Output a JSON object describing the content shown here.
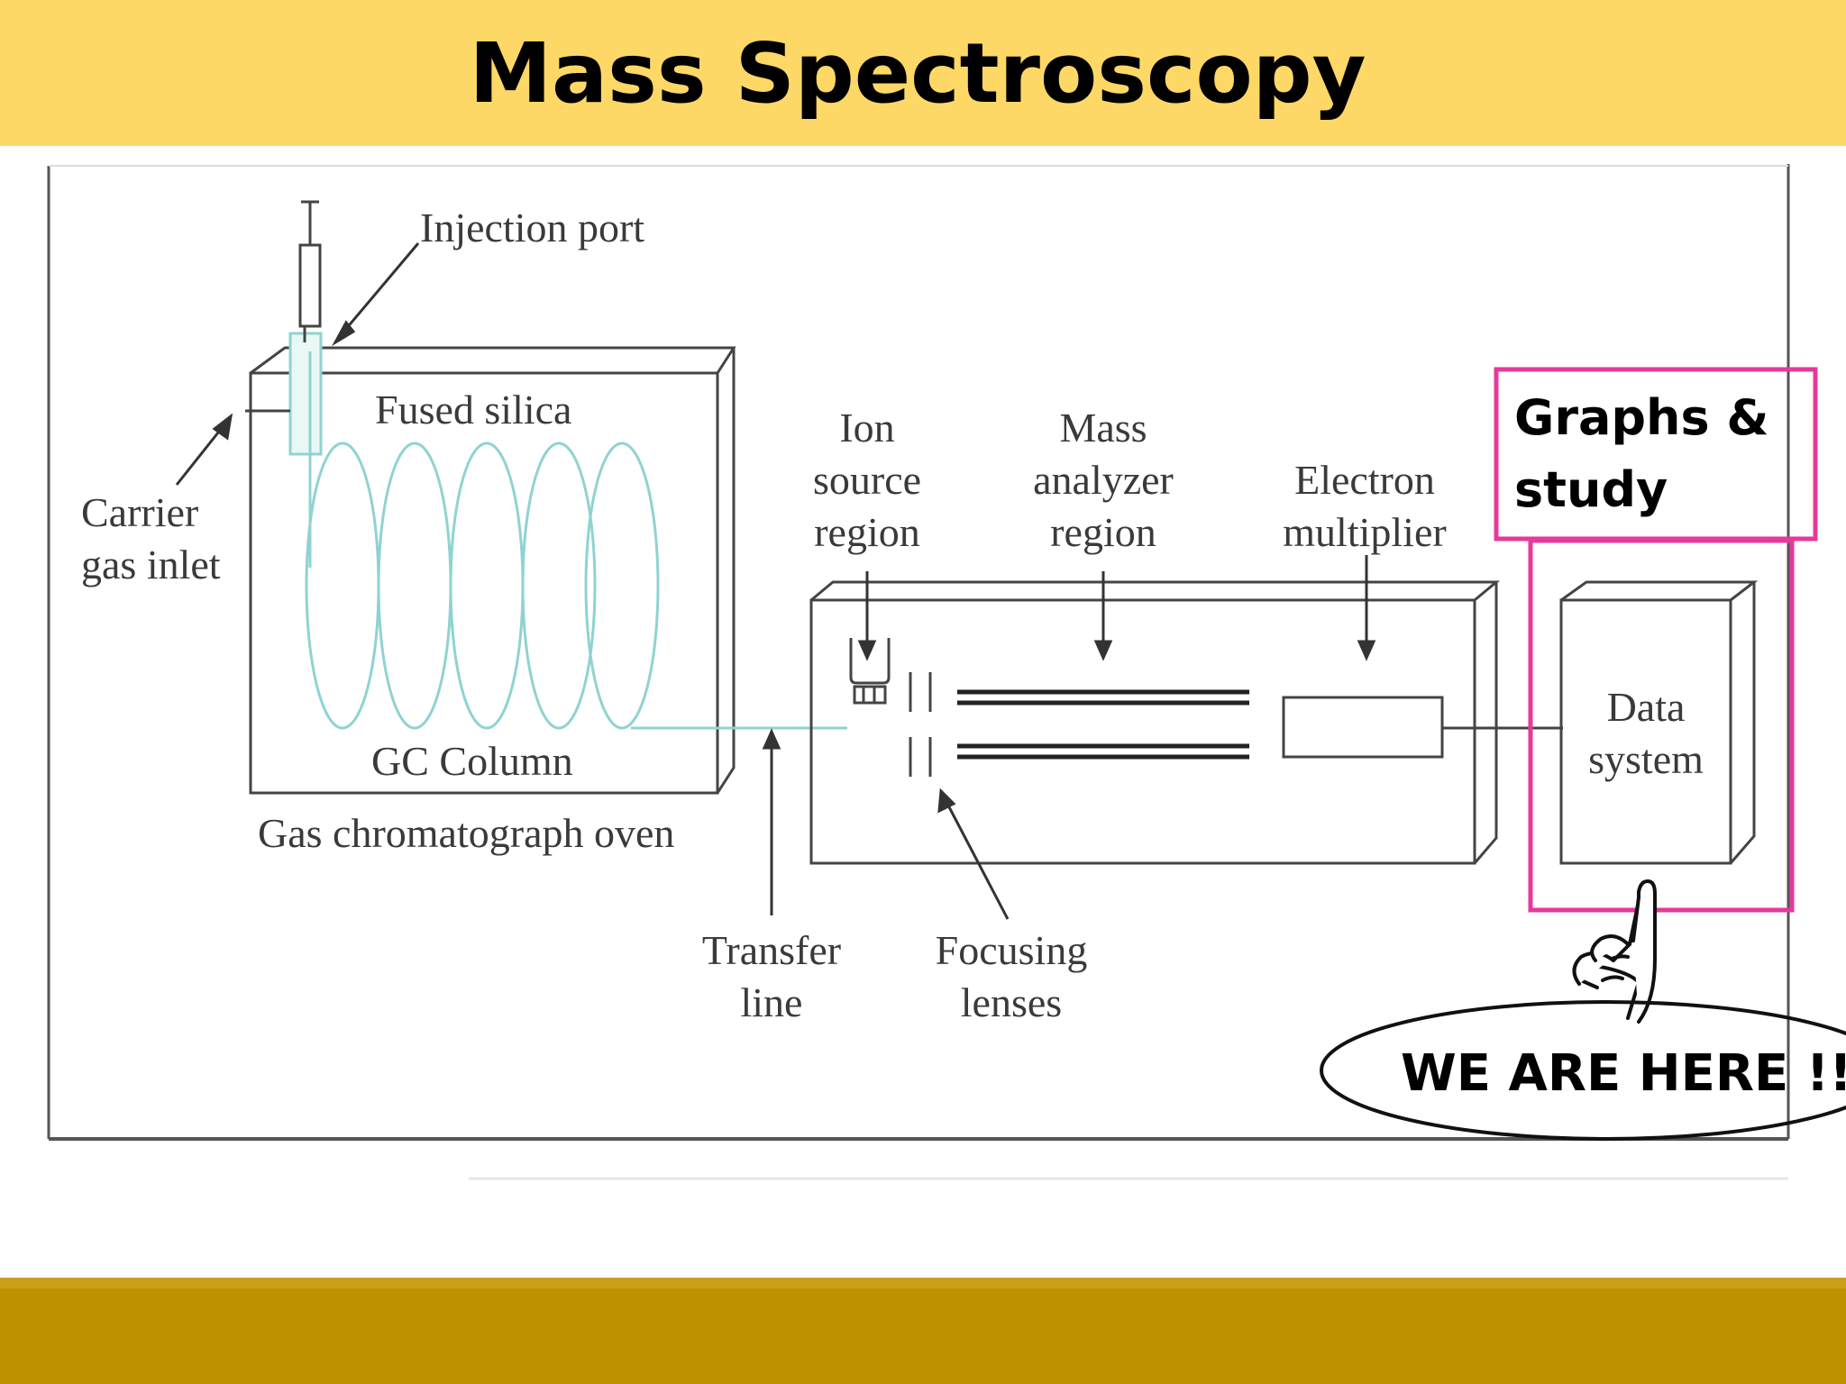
{
  "title": "Mass Spectroscopy",
  "diagram": {
    "labels": {
      "injection_port": "Injection port",
      "fused_silica": "Fused silica",
      "carrier_line1": "Carrier",
      "carrier_line2": "gas inlet",
      "gc_column": "GC Column",
      "gc_oven": "Gas chromatograph oven",
      "ion_line1": "Ion",
      "ion_line2": "source",
      "ion_line3": "region",
      "mass_line1": "Mass",
      "mass_line2": "analyzer",
      "mass_line3": "region",
      "electron_line1": "Electron",
      "electron_line2": "multiplier",
      "data_line1": "Data",
      "data_line2": "system",
      "transfer_line1": "Transfer",
      "transfer_line2": "line",
      "focusing_line1": "Focusing",
      "focusing_line2": "lenses"
    }
  },
  "callouts": {
    "graphs_line1": "Graphs &",
    "graphs_line2": "study",
    "we_are_here": "WE ARE HERE !!!"
  },
  "colors": {
    "title_bar": "#fdd866",
    "footer_bar": "#bf9000",
    "highlight": "#e6399b",
    "column_coil": "#8fd3d1"
  },
  "icons": [
    "pointing-hand-icon"
  ]
}
